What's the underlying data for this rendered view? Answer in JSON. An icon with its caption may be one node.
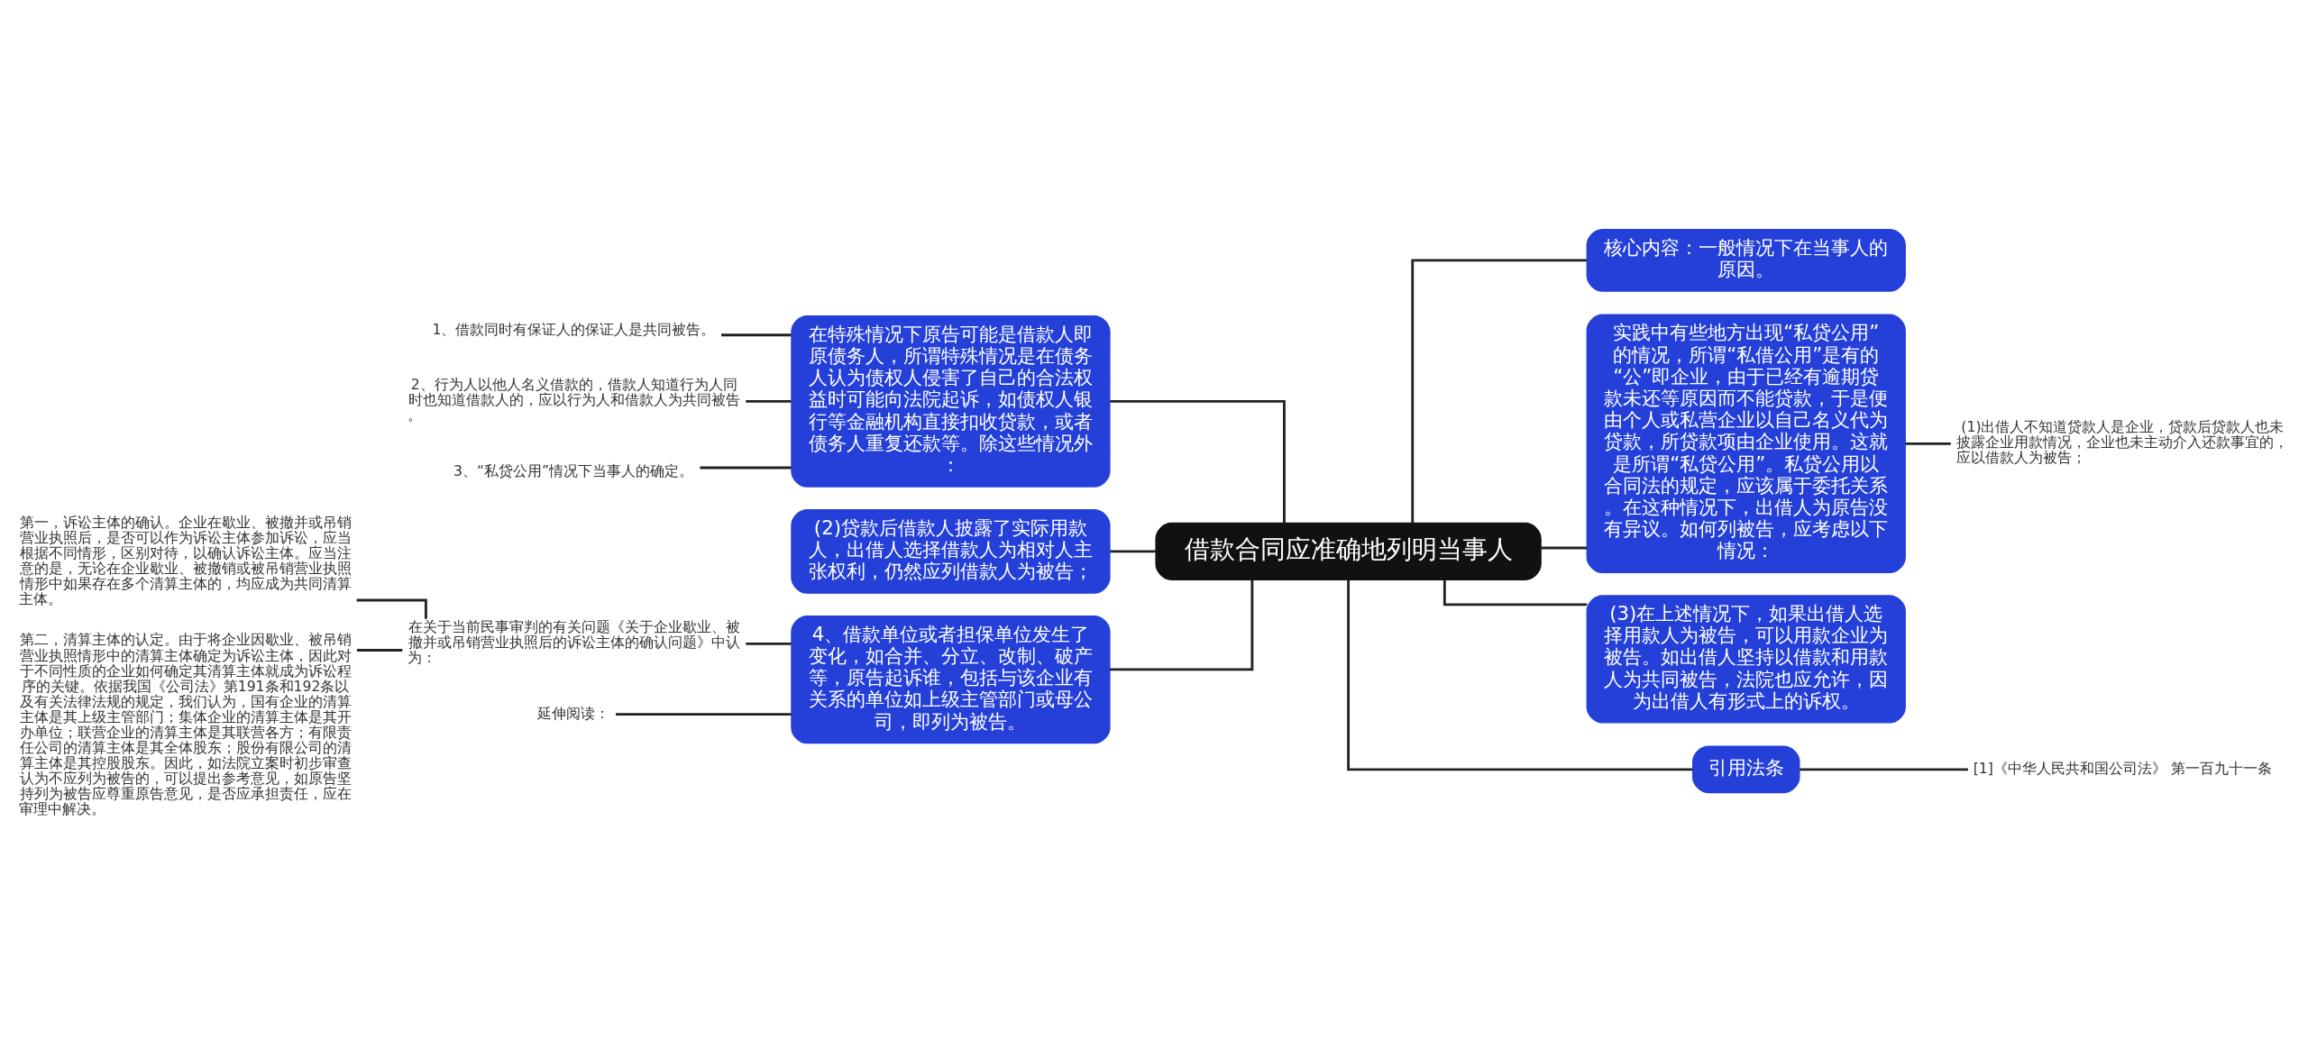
{
  "diagram": {
    "nodes": [
      {
        "text": [
          "借款合同应准确地列明当事人"
        ]
      },
      {
        "text": [
          "在特殊情况下原告可能是借款人即原债务人，所谓特殊情况是在债务人认为债权人侵害了自己的合法权益时可能向法院起诉，如债权人银行等金融机构直接扣收贷款，或者债务人重复还款等。除这些情况外："
        ]
      },
      {
        "text": [
          "1、借款同时有保证人的保证人是共同被告。"
        ]
      },
      {
        "text": [
          "2、行为人以他人名义借款的，借款人知道行为人同时也知道借款人的，应以行为人和借款人为共同被告。"
        ]
      },
      {
        "text": [
          "3、“私贷公用”情况下当事人的确定。"
        ]
      },
      {
        "text": [
          "(2)贷款后借款人披露了实际用款人，出借人选择借款人为相对人主张权利，仍然应列借款人为被告；"
        ]
      },
      {
        "text": [
          "4、借款单位或者担保单位发生了变化，如合并、分立、改制、破产等，原告起诉谁，包括与该企业有关系的单位如上级主管部门或母公司，即列为被告。"
        ]
      },
      {
        "text": [
          "在关于当前民事审判的有关问题《关于企业歇业、被撤并或吊销营业执照后的诉讼主体的确认问题》中认为："
        ]
      },
      {
        "text": [
          "第一，诉讼主体的确认。企业在歇业、被撤并或吊销营业执照后，是否可以作为诉讼主体参加诉讼，应当根据不同情形，区别对待，以确认诉讼主体。应当注意的是，无论在企业歇业、被撤销或被吊销营业执照情形中如果存在多个清算主体的，均应成为共同清算主体。"
        ]
      },
      {
        "text": [
          "第二，清算主体的认定。由于将企业因歇业、被吊销营业执照情形中的清算主体确定为诉讼主体，因此对于不同性质的企业如何确定其清算主体就成为诉讼程序的关键。依据我国《公司法》第191条和192条以及有关法律法规的规定，我们认为，国有企业的清算主体是其上级主管部门；集体企业的清算主体是其开办单位；联营企业的清算主体是其联营各方；有限责任公司的清算主体是其全体股东；股份有限公司的清算主体是其控股股东。因此，如法院立案时初步审查认为不应列为被告的，可以提出参考意见，如原告坚持列为被告应尊重原告意见，是否应承担责任，应在审理中解决。"
        ]
      },
      {
        "text": [
          "延伸阅读："
        ]
      },
      {
        "text": [
          "核心内容：一般情况下在当事人的原因。"
        ]
      },
      {
        "text": [
          "实践中有些地方出现“私贷公用”的情况，所谓“私借公用”是有的“公”即企业，由于已经有逾期贷款未还等原因而不能贷款，于是便由个人或私营企业以自己名义代为贷款，所贷款项由企业使用。这就是所谓“私贷公用”。私贷公用以合同法的规定，应该属于委托关系。在这种情况下，出借人为原告没有异议。如何列被告，应考虑以下情况："
        ]
      },
      {
        "text": [
          "(1)出借人不知道贷款人是企业，贷款后贷款人也未披露企业用款情况，企业也未主动介入还款事宜的，应以借款人为被告；"
        ]
      },
      {
        "text": [
          "(3)在上述情况下，如果出借人选择用款人为被告，可以用款企业为被告。如出借人坚持以借款和用款人为共同被告，法院也应允许，因为出借人有形式上的诉权。"
        ]
      },
      {
        "text": [
          "引用法条"
        ]
      },
      {
        "text": [
          "[1]《中华人民共和国公司法》 第一百九十一条"
        ]
      }
    ],
    "edges": [
      {
        "from": 0,
        "to": 1,
        "arrow": "none"
      },
      {
        "from": 1,
        "to": 2,
        "arrow": "none"
      },
      {
        "from": 1,
        "to": 3,
        "arrow": "none"
      },
      {
        "from": 1,
        "to": 4,
        "arrow": "none"
      },
      {
        "from": 0,
        "to": 5,
        "arrow": "none"
      },
      {
        "from": 0,
        "to": 6,
        "arrow": "none"
      },
      {
        "from": 6,
        "to": 7,
        "arrow": "none"
      },
      {
        "from": 7,
        "to": 8,
        "arrow": "none"
      },
      {
        "from": 7,
        "to": 9,
        "arrow": "none"
      },
      {
        "from": 6,
        "to": 10,
        "arrow": "none"
      },
      {
        "from": 0,
        "to": 11,
        "arrow": "none"
      },
      {
        "from": 0,
        "to": 12,
        "arrow": "none"
      },
      {
        "from": 12,
        "to": 13,
        "arrow": "none"
      },
      {
        "from": 0,
        "to": 14,
        "arrow": "none"
      },
      {
        "from": 0,
        "to": 15,
        "arrow": "none"
      },
      {
        "from": 15,
        "to": 16,
        "arrow": "none"
      }
    ]
  }
}
